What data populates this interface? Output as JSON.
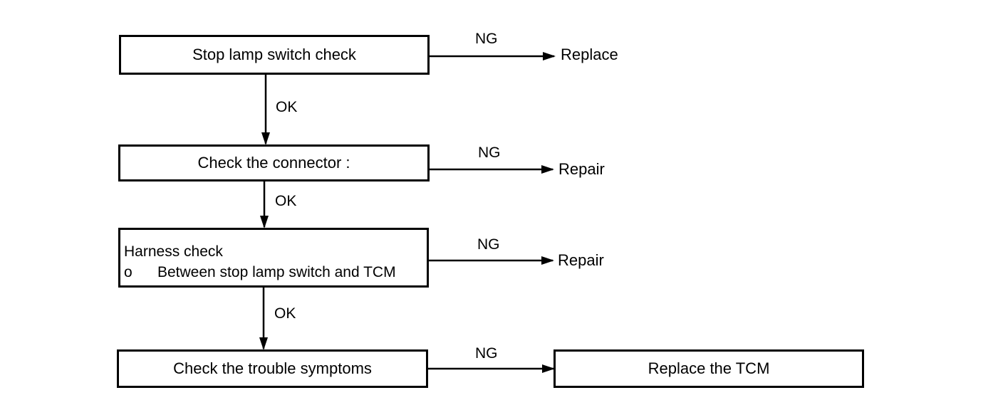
{
  "flowchart": {
    "steps": [
      {
        "text": "Stop lamp switch check"
      },
      {
        "text": "Check the connector :"
      },
      {
        "title": "Harness check",
        "bullet": "o",
        "item": "Between stop lamp switch and TCM"
      },
      {
        "text": "Check the trouble symptoms"
      }
    ],
    "edge_labels": {
      "ok": [
        "OK",
        "OK",
        "OK"
      ],
      "ng": [
        "NG",
        "NG",
        "NG",
        "NG"
      ]
    },
    "outcomes": [
      "Replace",
      "Repair",
      "Repair"
    ],
    "final_box": "Replace the TCM"
  }
}
